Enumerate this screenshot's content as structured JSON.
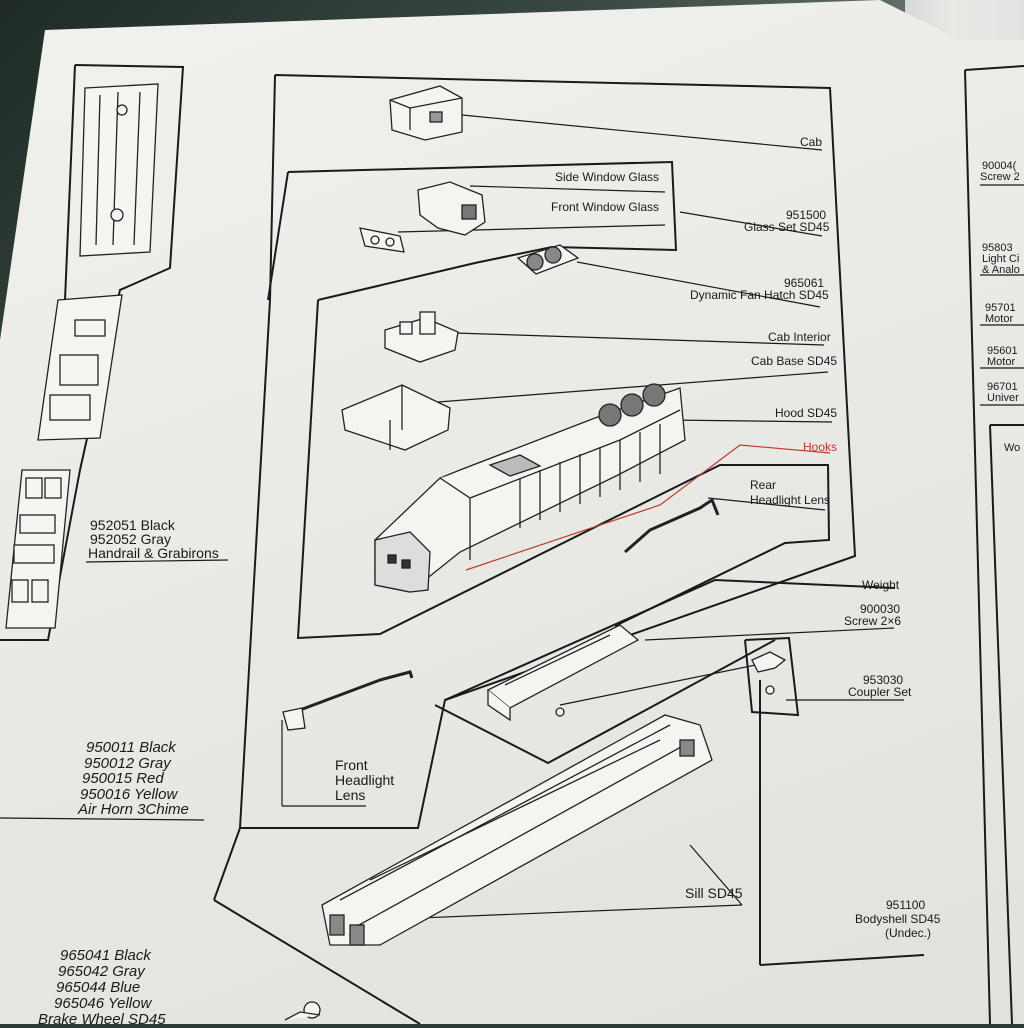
{
  "labels": {
    "cab": "Cab",
    "side_window": "Side Window Glass",
    "front_window": "Front Window Glass",
    "glass_num": "951500",
    "glass_name": "Glass Set SD45",
    "fan_num": "965061",
    "fan_name": "Dynamic Fan Hatch SD45",
    "cab_interior": "Cab Interior",
    "cab_base": "Cab Base SD45",
    "hood": "Hood SD45",
    "hooks": "Hooks",
    "rear_headlight_1": "Rear",
    "rear_headlight_2": "Headlight Lens",
    "weight": "Weight",
    "screw_num": "900030",
    "screw_name": "Screw 2×6",
    "coupler_num": "953030",
    "coupler_name": "Coupler Set",
    "front_headlight_1": "Front",
    "front_headlight_2": "Headlight",
    "front_headlight_3": "Lens",
    "sill": "Sill SD45",
    "bodyshell_num": "951100",
    "bodyshell_name": "Bodyshell SD45",
    "bodyshell_note": "(Undec.)",
    "handrail_1": "952051 Black",
    "handrail_2": "952052 Gray",
    "handrail_3": "Handrail & Grabirons",
    "horn_1": "950011 Black",
    "horn_2": "950012 Gray",
    "horn_3": "950015 Red",
    "horn_4": "950016 Yellow",
    "horn_5": "Air Horn 3Chime",
    "brake_1": "965041 Black",
    "brake_2": "965042 Gray",
    "brake_3": "965044 Blue",
    "brake_4": "965046 Yellow",
    "brake_5": "Brake Wheel SD45"
  },
  "right_edge": {
    "r1a": "90004(",
    "r1b": "Screw 2",
    "r2a": "95803",
    "r2b": "Light Ci",
    "r2c": "& Analo",
    "r3a": "95701",
    "r3b": "Motor",
    "r4a": "95601",
    "r4b": "Motor",
    "r5a": "96701",
    "r5b": "Univer",
    "r6": "Wo"
  },
  "colors": {
    "line": "#1a1a1a",
    "hooks_line": "#c0392b",
    "paper": "#ecece8"
  }
}
